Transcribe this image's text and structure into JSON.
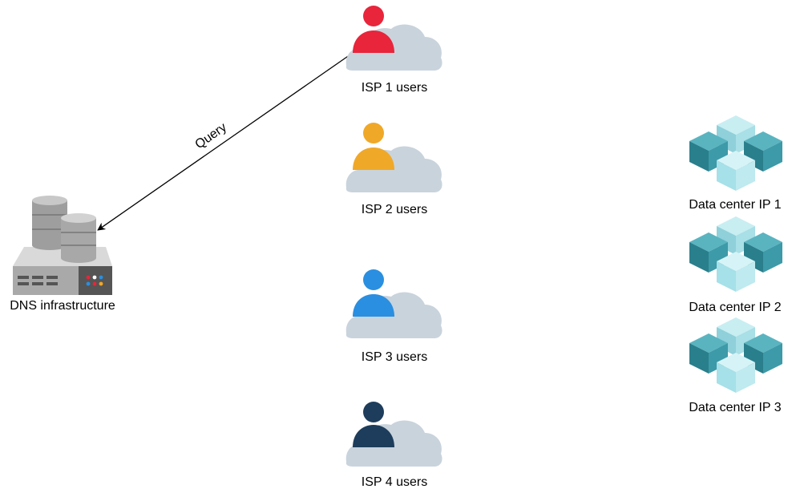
{
  "dns": {
    "label": "DNS infrastructure"
  },
  "edge": {
    "label": "Query"
  },
  "isps": [
    {
      "label": "ISP 1 users",
      "person_color": "#e8253b"
    },
    {
      "label": "ISP 2 users",
      "person_color": "#f0a828"
    },
    {
      "label": "ISP 3 users",
      "person_color": "#2a8fe0"
    },
    {
      "label": "ISP 4 users",
      "person_color": "#1e3d5c"
    }
  ],
  "datacenters": [
    {
      "label": "Data center IP 1"
    },
    {
      "label": "Data center IP 2"
    },
    {
      "label": "Data center IP 3"
    }
  ],
  "colors": {
    "cloud": "#c9d3dc",
    "cube_dark": "#2f8a98",
    "cube_mid": "#5ab4c0",
    "cube_light": "#b8e6ec",
    "server": "#bdbdbd"
  }
}
